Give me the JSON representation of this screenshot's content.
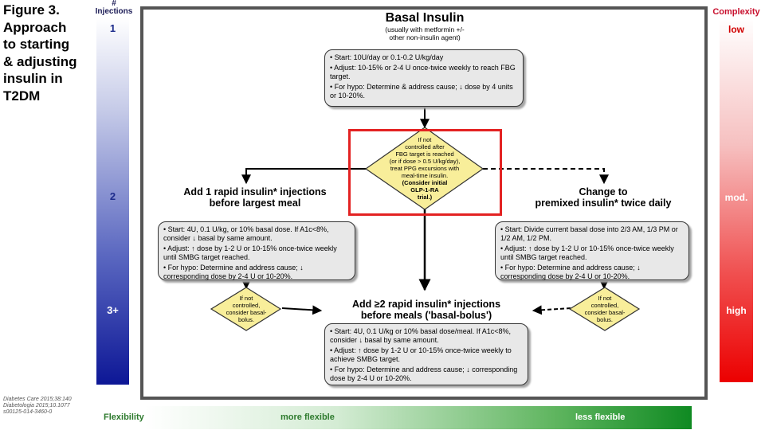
{
  "figure": {
    "title_lines": [
      "Figure 3.",
      "Approach",
      "to starting",
      "& adjusting",
      "insulin in",
      "T2DM"
    ]
  },
  "injections": {
    "header_lines": [
      "#",
      "Injections"
    ],
    "levels": [
      "1",
      "2",
      "3+"
    ]
  },
  "complexity": {
    "header": "Complexity",
    "levels": [
      "low",
      "mod.",
      "high"
    ],
    "colors": {
      "low": "#d10000",
      "mod": "#ffffff",
      "high": "#ffffff"
    }
  },
  "flexibility": {
    "label": "Flexibility",
    "more": "more flexible",
    "less": "less flexible"
  },
  "citation_lines": [
    "Diabetes Care 2015;38:140",
    "Diabetologia 2015;10.1077",
    "s00125-014-3460-0"
  ],
  "basal": {
    "title": "Basal Insulin",
    "subtitle_lines": [
      "(usually with metformin +/-",
      "other non-insulin agent)"
    ],
    "items": [
      "• Start: 10U/day or 0.1-0.2 U/kg/day",
      "• Adjust: 10-15% or 2-4 U once-twice weekly to reach FBG target.",
      "• For hypo: Determine & address cause; ↓ dose by 4 units or 10-20%."
    ]
  },
  "decision": {
    "lines": [
      "If not",
      "controlled after",
      "FBG target is reached",
      "(or if dose > 0.5 U/kg/day),",
      "treat PPG excursions with",
      "meal-time insulin.",
      "(Consider initial",
      "GLP-1-RA",
      "trial.)"
    ]
  },
  "left_option": {
    "title_lines": [
      "Add 1 rapid insulin* injections",
      "before largest meal"
    ],
    "items": [
      "• Start: 4U, 0.1 U/kg, or 10% basal dose. If A1c<8%, consider ↓ basal by same amount.",
      "• Adjust: ↑ dose by 1-2 U or 10-15% once-twice weekly until SMBG target reached.",
      "• For hypo: Determine and address cause; ↓ corresponding dose by 2-4 U or 10-20%."
    ]
  },
  "right_option": {
    "title_lines": [
      "Change to",
      "premixed insulin* twice daily"
    ],
    "items": [
      "• Start: Divide current basal dose into 2/3 AM, 1/3 PM or 1/2 AM, 1/2 PM.",
      "• Adjust: ↑ dose by 1-2 U or 10-15% once-twice weekly until SMBG target reached.",
      "• For hypo: Determine and address cause; ↓ corresponding dose by 2-4 U or 10-20%."
    ]
  },
  "left_diamond": {
    "lines": [
      "If not",
      "controlled,",
      "consider basal-",
      "bolus."
    ]
  },
  "right_diamond": {
    "lines": [
      "If not",
      "controlled,",
      "consider basal-",
      "bolus."
    ]
  },
  "bolus": {
    "title_lines": [
      "Add ≥2 rapid insulin* injections",
      "before meals ('basal-bolus')"
    ],
    "items": [
      "• Start: 4U, 0.1 U/kg or 10% basal dose/meal. If A1c<8%, consider ↓ basal by same amount.",
      "• Adjust: ↑ dose by 1-2 U or 10-15% once-twice weekly to achieve SMBG target.",
      "• For hypo: Determine and address cause; ↓ corresponding dose by 2-4 U or 10-20%."
    ]
  }
}
